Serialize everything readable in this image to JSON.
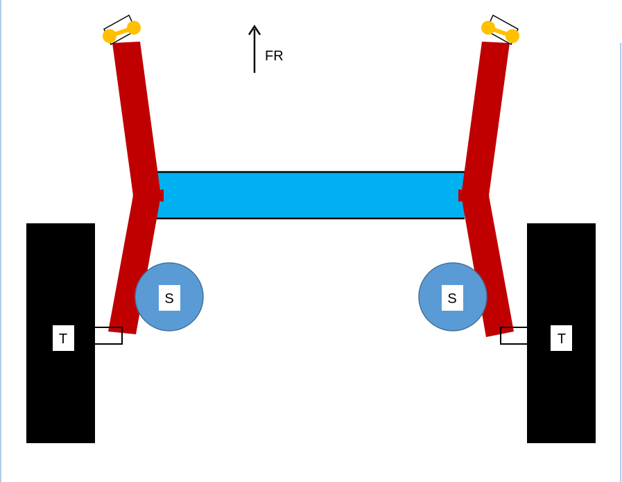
{
  "labels": {
    "direction": "FR",
    "spring_left": "S",
    "spring_right": "S",
    "tire_left": "T",
    "tire_right": "T"
  },
  "colors": {
    "arm": "#c00000",
    "beam": "#00b0f0",
    "spring": "#5b9bd5",
    "spring_border": "#41719c",
    "bushing": "#ffc000",
    "tire": "#000000",
    "outline": "#000000",
    "frame_border": "#5b9bd5"
  },
  "icons": {
    "direction_arrow": "arrow-up-icon"
  }
}
